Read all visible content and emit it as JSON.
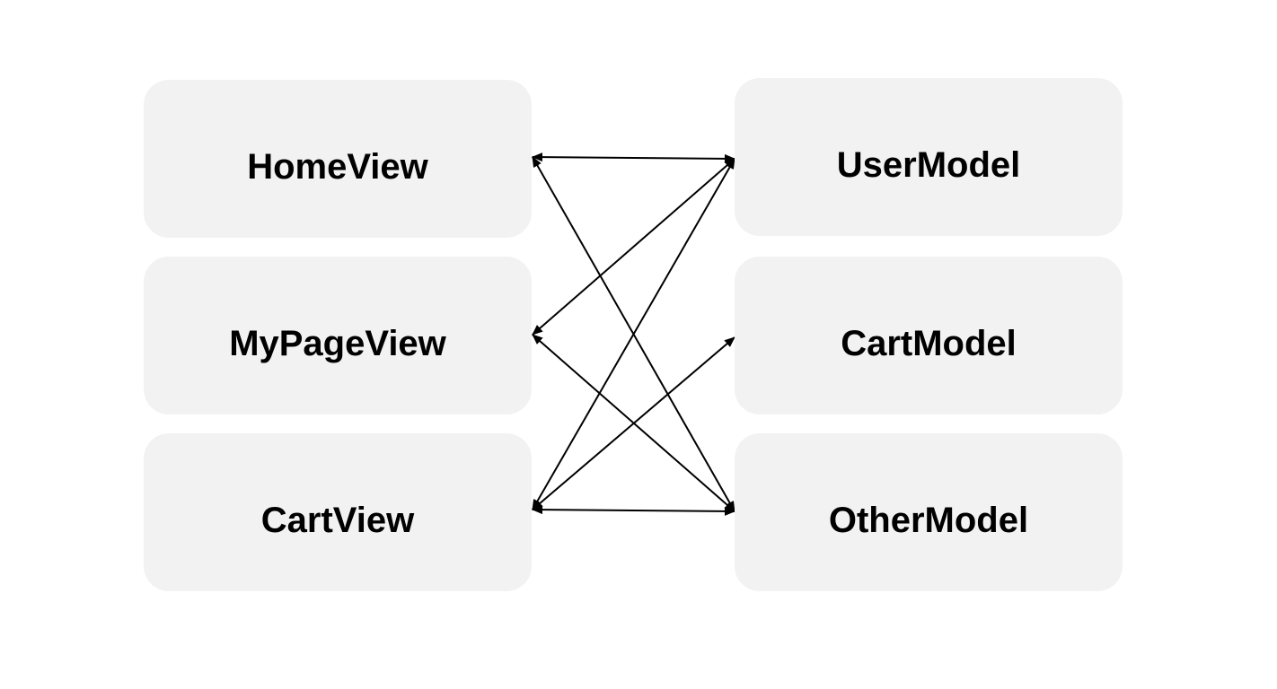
{
  "diagram": {
    "views": [
      {
        "id": "home-view",
        "label": "HomeView"
      },
      {
        "id": "mypage-view",
        "label": "MyPageView"
      },
      {
        "id": "cart-view",
        "label": "CartView"
      }
    ],
    "models": [
      {
        "id": "user-model",
        "label": "UserModel"
      },
      {
        "id": "cart-model",
        "label": "CartModel"
      },
      {
        "id": "other-model",
        "label": "OtherModel"
      }
    ],
    "edges": [
      {
        "from": "home-view",
        "to": "user-model",
        "bidirectional": true
      },
      {
        "from": "home-view",
        "to": "other-model",
        "bidirectional": true
      },
      {
        "from": "mypage-view",
        "to": "user-model",
        "bidirectional": true
      },
      {
        "from": "mypage-view",
        "to": "other-model",
        "bidirectional": true
      },
      {
        "from": "cart-view",
        "to": "user-model",
        "bidirectional": true
      },
      {
        "from": "cart-view",
        "to": "cart-model",
        "bidirectional": true
      },
      {
        "from": "cart-view",
        "to": "other-model",
        "bidirectional": true
      }
    ],
    "colors": {
      "box_fill": "#f2f2f2",
      "text": "#000000",
      "edge": "#000000",
      "background": "#ffffff"
    }
  }
}
